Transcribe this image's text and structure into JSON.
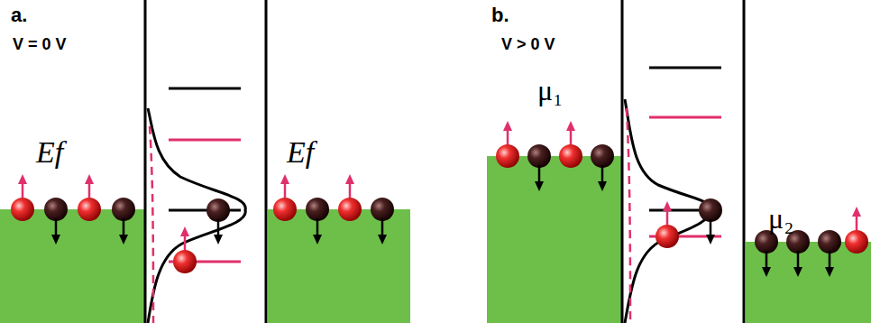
{
  "diagram": {
    "labels": [
      "a.",
      "V = 0 V",
      "Ef",
      "Ef",
      "b.",
      "V > 0 V",
      "μ₁",
      "μ₂"
    ]
  }
}
